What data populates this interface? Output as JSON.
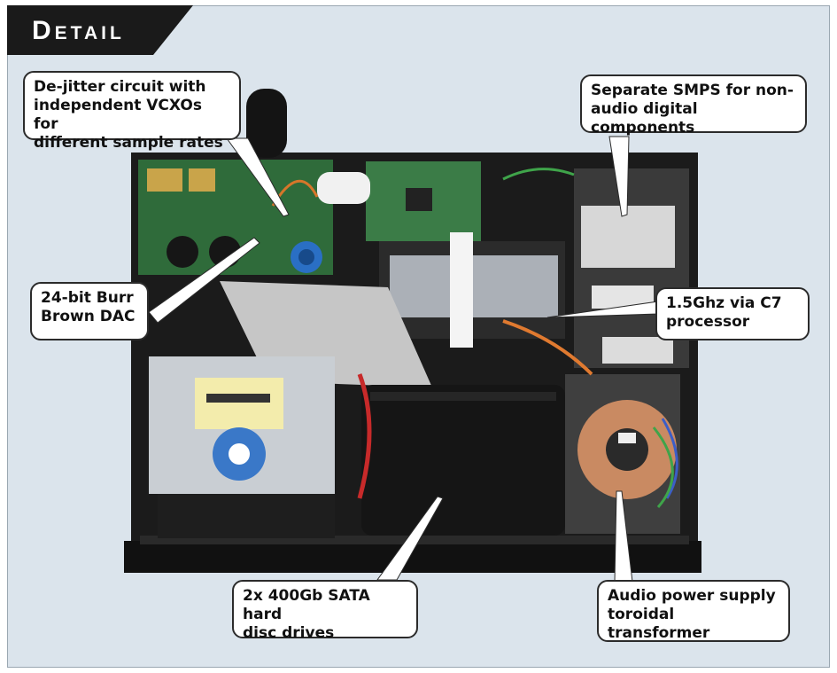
{
  "header": {
    "title": "Detail",
    "background_color": "#1a1a1a"
  },
  "callouts": {
    "dejitter": "De-jitter circuit with\nindependent VCXOs for\ndifferent sample rates",
    "smps": "Separate SMPS for non-\naudio digital components",
    "dac": "24-bit Burr\nBrown DAC",
    "processor": "1.5Ghz via C7\nprocessor",
    "drives": "2x 400Gb SATA hard\ndisc drives",
    "psu": "Audio power supply\ntoroidal transformer"
  },
  "colors": {
    "panel_background": "#dbe4ec",
    "callout_background": "#ffffff",
    "callout_border": "#2b2b2b"
  }
}
